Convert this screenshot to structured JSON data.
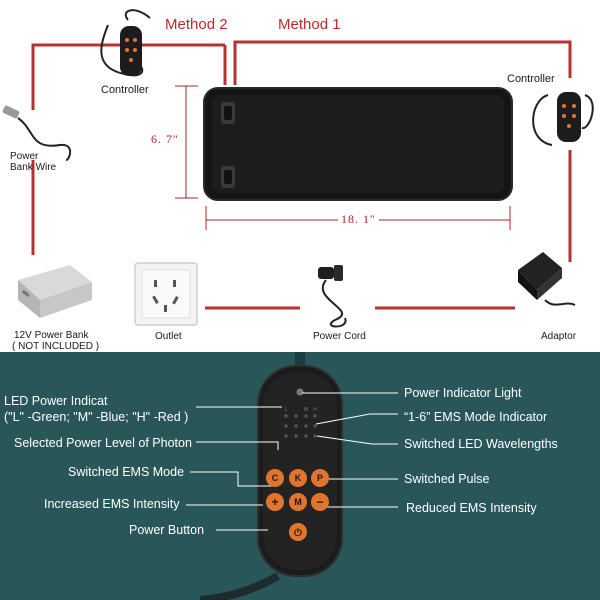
{
  "top": {
    "method2": "Method 2",
    "method1": "Method 1",
    "controller_left": "Controller",
    "controller_right": "Controller",
    "power_bank_wire": [
      "Power",
      "Bank Wire"
    ],
    "height_dim": "6. 7″",
    "width_dim": "18. 1″",
    "power_bank": [
      "12V Power Bank",
      "( NOT INCLUDED )"
    ],
    "outlet": "Outlet",
    "power_cord": "Power Cord",
    "adaptor": "Adaptor"
  },
  "controller": {
    "labels_left": [
      "LED Power Indicat",
      "(\"L\" -Green; \"M\" -Blue; \"H\" -Red )",
      "Selected Power Level of Photon",
      "Switched EMS Mode",
      "Increased EMS Intensity",
      "Power Button"
    ],
    "labels_right": [
      "Power Indicator Light",
      "“1-6” EMS Mode Indicator",
      "Switched LED Wavelengths",
      "Switched Pulse",
      "Reduced EMS Intensity"
    ],
    "buttons": [
      "C",
      "K",
      "P",
      "+",
      "M",
      "−",
      "⏻"
    ],
    "indicator_letters": [
      "L",
      "M",
      "H"
    ]
  },
  "colors": {
    "line_red": "#b8312f",
    "panel_bg": "#295659",
    "button_orange": "#e2752d",
    "device_black": "#1c1c1c"
  }
}
